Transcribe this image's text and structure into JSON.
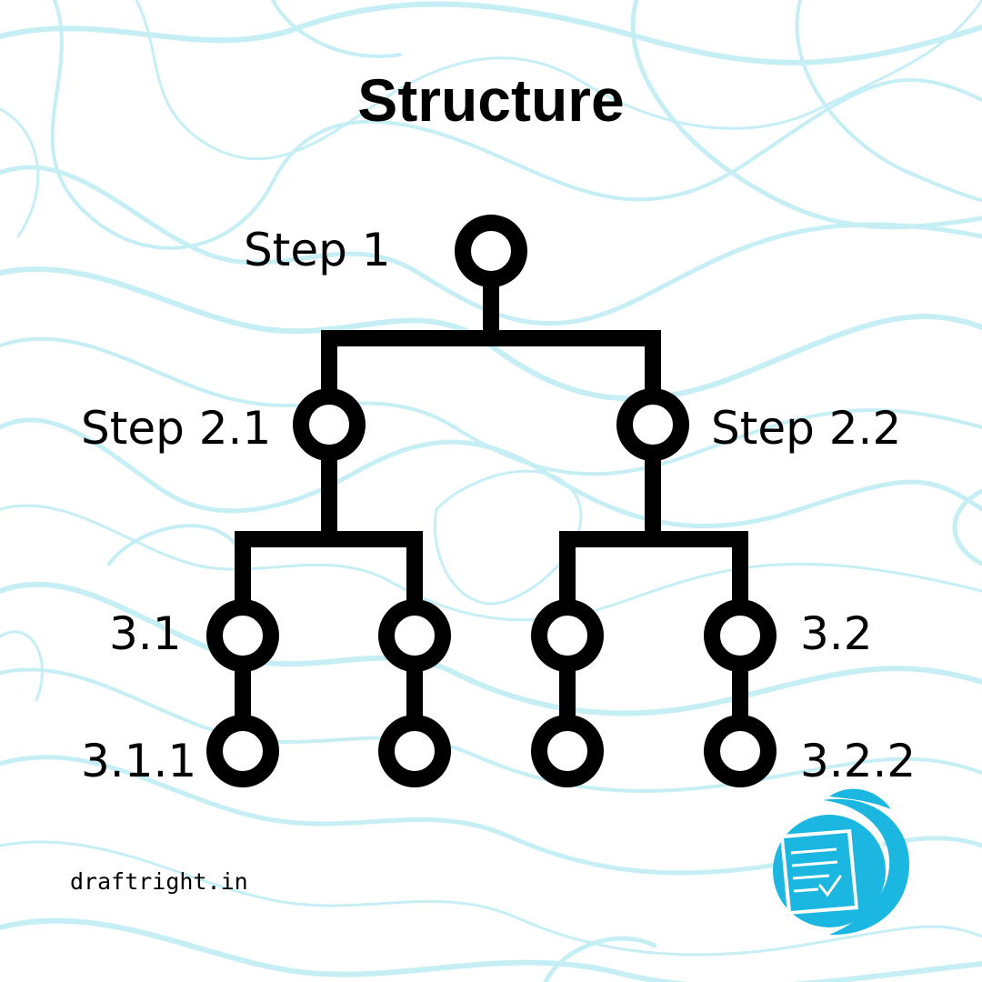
{
  "title": "Structure",
  "nodes": {
    "step1": "Step 1",
    "step2_1": "Step 2.1",
    "step2_2": "Step 2.2",
    "n3_1": "3.1",
    "n3_2": "3.2",
    "n3_1_1": "3.1.1",
    "n3_2_2": "3.2.2"
  },
  "footer": {
    "site": "draftright.in"
  },
  "colors": {
    "background": "#ffffff",
    "contour": "#c6eef5",
    "diagram": "#000000",
    "brand": "#1bb7e0"
  },
  "logo": {
    "icon": "document-check-quill-icon"
  }
}
